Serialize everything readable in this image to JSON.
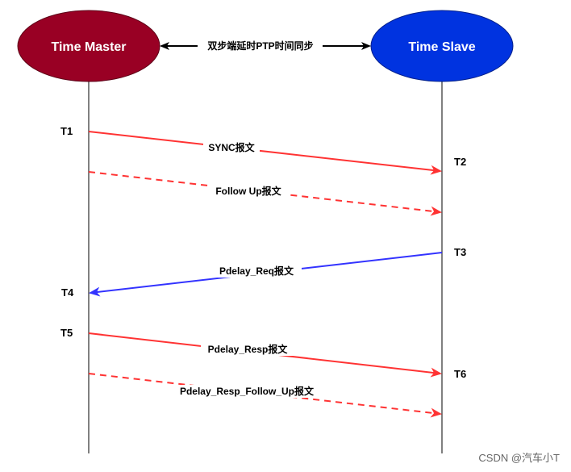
{
  "master": {
    "label": "Time Master",
    "color": "#990024"
  },
  "slave": {
    "label": "Time Slave",
    "color": "#0033e0"
  },
  "link_label": "双步端延时PTP时间同步",
  "times": {
    "t1": "T1",
    "t2": "T2",
    "t3": "T3",
    "t4": "T4",
    "t5": "T5",
    "t6": "T6"
  },
  "messages": {
    "sync": "SYNC报文",
    "follow_up": "Follow Up报文",
    "pdelay_req": "Pdelay_Req报文",
    "pdelay_resp": "Pdelay_Resp报文",
    "pdelay_resp_follow_up": "Pdelay_Resp_Follow_Up报文"
  },
  "colors": {
    "red": "#ff3333",
    "blue": "#3333ff"
  },
  "watermark": "CSDN @汽车小T"
}
